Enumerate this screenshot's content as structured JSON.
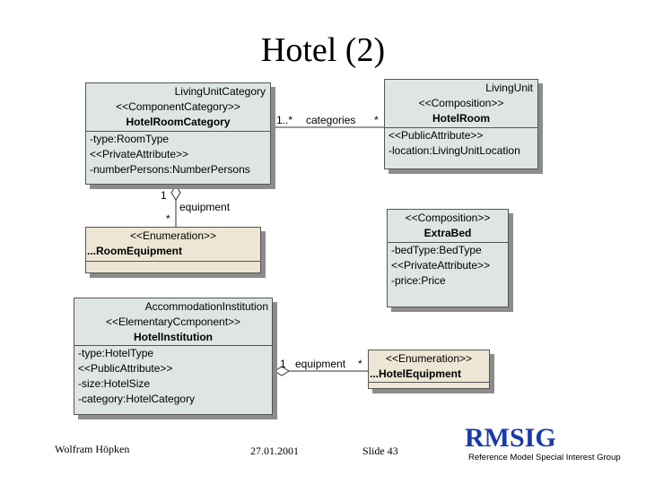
{
  "title": "Hotel (2)",
  "classes": {
    "hotel_room_category": {
      "name_line": "LivingUnitCategory",
      "stereotype": "<<ComponentCategory>>",
      "class_name": "HotelRoomCategory",
      "attributes": [
        "-type:RoomType",
        "<<PrivateAttribute>>",
        "-numberPersons:NumberPersons"
      ]
    },
    "hotel_room": {
      "name_line": "LivingUnit",
      "stereotype": "<<Composition>>",
      "class_name": "HotelRoom",
      "attributes": [
        "<<PublicAttribute>>",
        "-location:LivingUnitLocation"
      ]
    },
    "room_equipment": {
      "stereotype": "<<Enumeration>>",
      "class_name": "...RoomEquipment"
    },
    "extra_bed": {
      "stereotype": "<<Composition>>",
      "class_name": "ExtraBed",
      "attributes": [
        "-bedType:BedType",
        "<<PrivateAttribute>>",
        "-price:Price"
      ]
    },
    "hotel_institution": {
      "name_line": "AccommodationInstitution",
      "stereotype": "<<ElementaryCcmponent>>",
      "class_name": "HotelInstitution",
      "attributes": [
        "-type:HotelType",
        "<<PublicAttribute>>",
        "-size:HotelSize",
        "-category:HotelCategory"
      ]
    },
    "hotel_equipment": {
      "stereotype": "<<Enumeration>>",
      "class_name": "...HotelEquipment"
    }
  },
  "associations": {
    "categories": {
      "mult_source": "1..*",
      "label": "categories",
      "mult_target": "*"
    },
    "room_equipment": {
      "mult_source": "1",
      "label": "equipment",
      "mult_target": "*"
    },
    "hotel_equipment": {
      "mult_source": "1",
      "label": "equipment",
      "mult_target": "*"
    }
  },
  "footer": {
    "author": "Wolfram Höpken",
    "date": "27.01.2001",
    "slide": "Slide 43",
    "logo": "RMSIG",
    "logo_subtitle": "Reference Model Special Interest Group"
  }
}
